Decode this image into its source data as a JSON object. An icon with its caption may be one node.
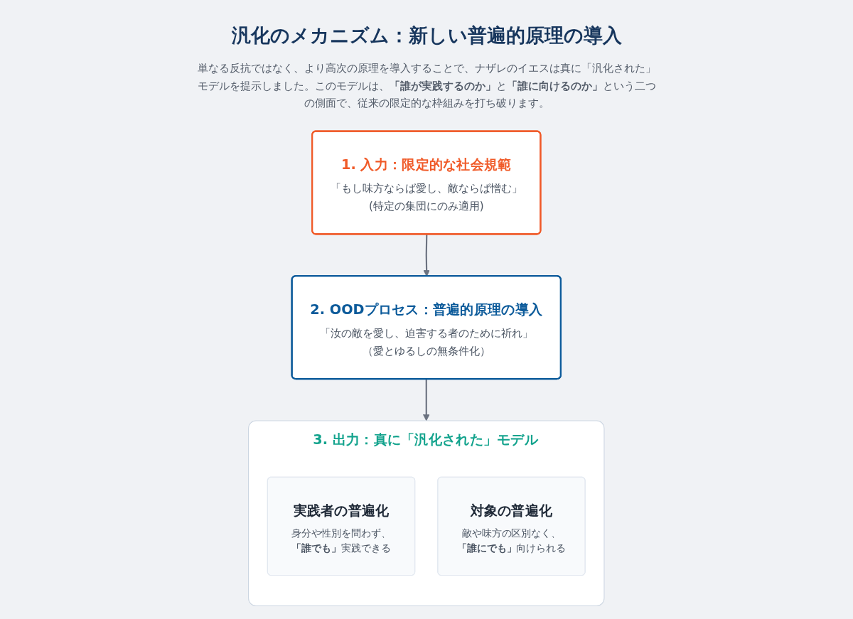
{
  "diagram": {
    "title": "汎化のメカニズム：新しい普遍的原理の導入",
    "labels": [
      "単なる反抗ではなく、より高次の原理を導入することで、ナザレのイエスは真に「汎化された」モデルを提示しました。このモデルは、**「誰が実践するのか」**と**「誰に向けるのか」**という二つの側面で、従来の限定的な枠組みを打ち破ります。"
    ],
    "nodes": [
      {
        "text": [
          "1. 入力：限定的な社会規範",
          "「もし味方ならば愛し、敵ならば憎む」",
          "(特定の集団にのみ適用)"
        ]
      },
      {
        "text": [
          "2. OODプロセス：普遍的原理の導入",
          "「汝の敵を愛し、迫害する者のために祈れ」",
          "（愛とゆるしの無条件化）"
        ]
      },
      {
        "text": [
          "3. 出力：真に「汎化された」モデル"
        ]
      },
      {
        "text": [
          "実践者の普遍化",
          "身分や性別を問わず、**「誰でも」**実践できる"
        ],
        "in": 2
      },
      {
        "text": [
          "対象の普遍化",
          "敵や味方の区別なく、**「誰にでも」**向けられる"
        ],
        "in": 2
      }
    ],
    "edges": [
      {
        "from": 0,
        "to": 1,
        "arrow": "to"
      },
      {
        "from": 1,
        "to": 2,
        "arrow": "to"
      }
    ]
  }
}
